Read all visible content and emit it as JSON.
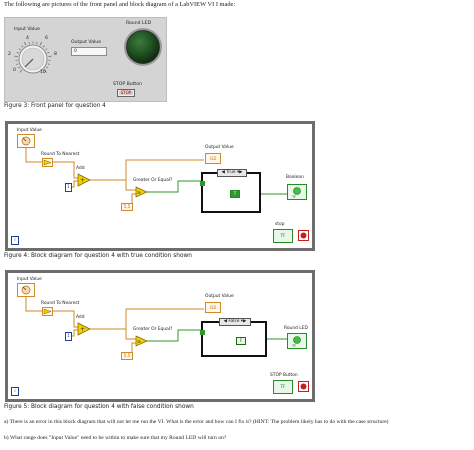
{
  "intro": "The following are pictures of the front panel and block diagram of a LabVIEW VI I made:",
  "front_panel": {
    "input_value_label": "Input Value",
    "knob_ticks": [
      "0",
      "2",
      "4",
      "6",
      "8",
      "10"
    ],
    "output_value_label": "Output Value",
    "output_value": "0",
    "led_label": "Round LED",
    "stop_label": "STOP Button",
    "stop_text": "STOP"
  },
  "fig3_caption": "Figure 3: Front panel for question 4",
  "diagram_true": {
    "input_label": "Input Value",
    "round_label": "Round To Nearest",
    "add_label": "Add",
    "const_one": "1",
    "gt_label": "Greater Or Equal?",
    "const_55": "5.5",
    "output_label": "Output Value",
    "output_term": "I32",
    "case_selector": "True",
    "case_const": "T",
    "indicator_label": "Boolean",
    "stop_label": "stop",
    "stop_term": "TF",
    "loop_iter": "i"
  },
  "fig4_caption": "Figure 4: Block diagram for question 4 with true condition shown",
  "diagram_false": {
    "input_label": "Input Value",
    "round_label": "Round To Nearest",
    "add_label": "Add",
    "const_one": "1",
    "gt_label": "Greater Or Equal?",
    "const_55": "5.5",
    "output_label": "Output Value",
    "output_term": "I32",
    "case_selector": "False",
    "case_const": "F",
    "indicator_label": "Round LED",
    "stop_label": "STOP Button",
    "stop_term": "TF",
    "loop_iter": "i"
  },
  "fig5_caption": "Figure 5: Block diagram for question 4 with false condition shown",
  "question_a": "a) There is an error in this block diagram that will not let me run the VI.  What is the error and how can I fix it?  (HINT: The problem likely has to do with the case structure)",
  "question_b": "b) What range does \"Input Value\" need to be within to make sure that my Round LED will turn on?",
  "colors": {
    "wire_num": "#d08a2a",
    "wire_bool": "#2a9a2a",
    "loop_border": "#6d6d6d",
    "led_green": "#1f4f1f"
  }
}
